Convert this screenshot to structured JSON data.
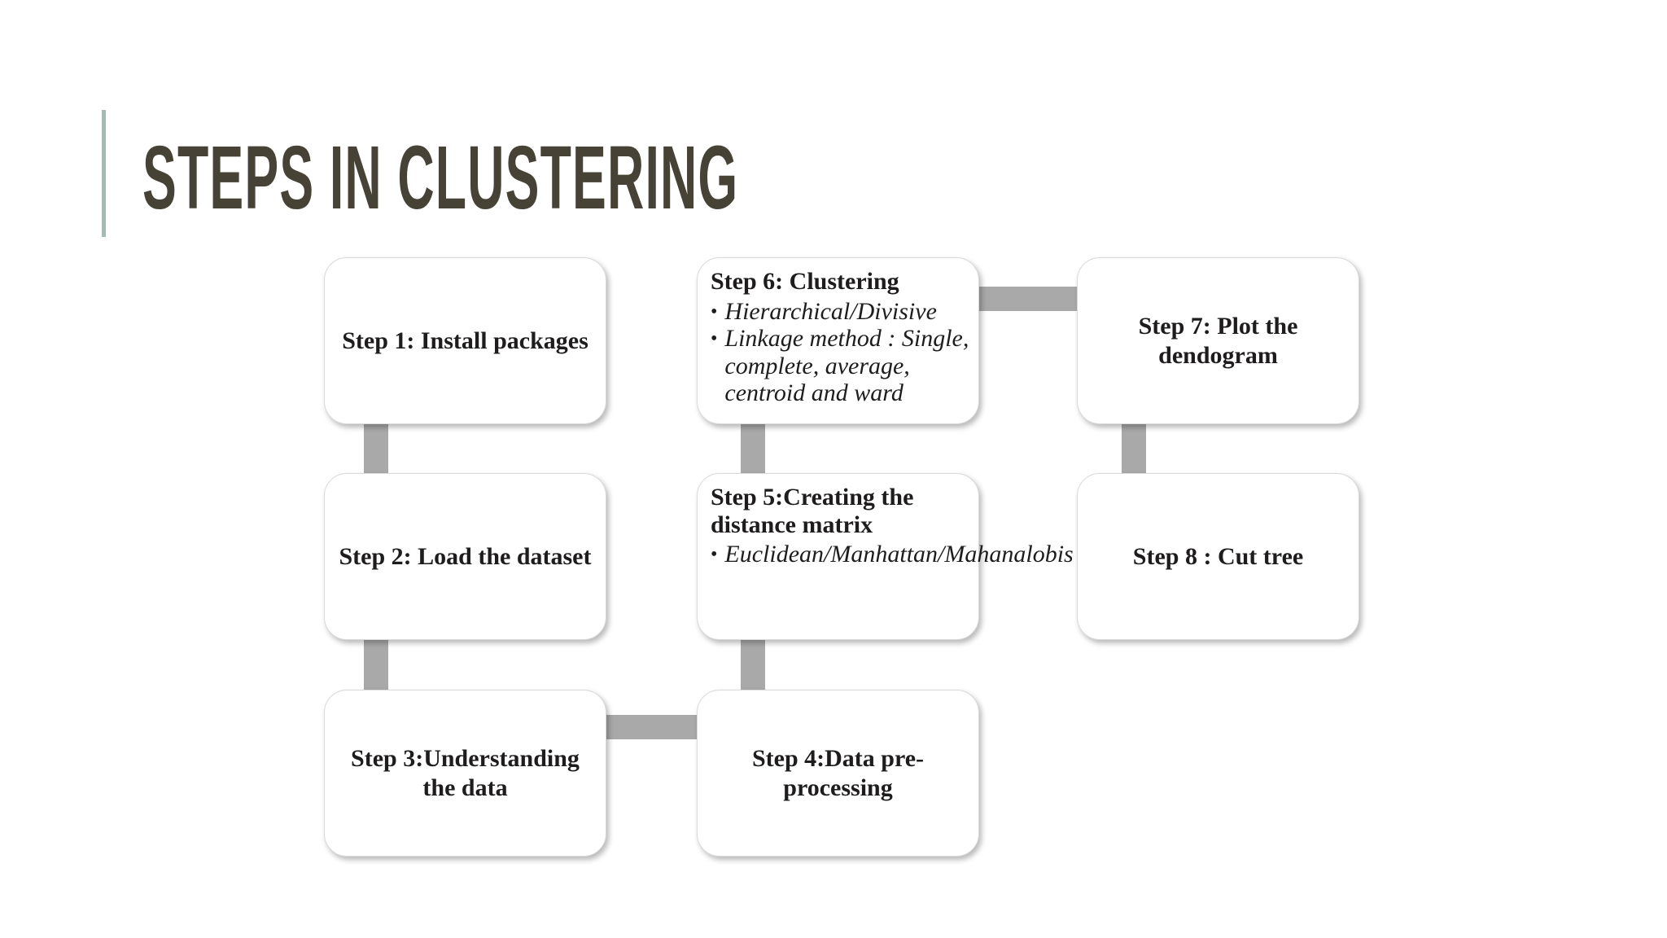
{
  "slide": {
    "title": "STEPS IN CLUSTERING",
    "background_color": "#ffffff",
    "title_color": "#464236",
    "accent_bar_color": "#a3bcb3",
    "connector_color": "#a9a9a9",
    "box_text_color": "#1e1c1c",
    "bullet_glyph": "•"
  },
  "boxes": [
    {
      "label": "Step 1: Install packages",
      "bullets": []
    },
    {
      "label": "Step 2: Load the dataset",
      "bullets": []
    },
    {
      "label": "Step 3:Understanding the data",
      "bullets": []
    },
    {
      "label": "Step 4:Data pre-processing",
      "bullets": []
    },
    {
      "label": "Step 5:Creating the distance matrix",
      "bullets": [
        "Euclidean/Manhattan/Mahanalobis"
      ]
    },
    {
      "label": "Step 6: Clustering",
      "bullets": [
        "Hierarchical/Divisive",
        "Linkage method : Single, complete, average, centroid and ward"
      ]
    },
    {
      "label": "Step 7: Plot the dendogram",
      "bullets": []
    },
    {
      "label": "Step 8 : Cut tree",
      "bullets": []
    }
  ]
}
